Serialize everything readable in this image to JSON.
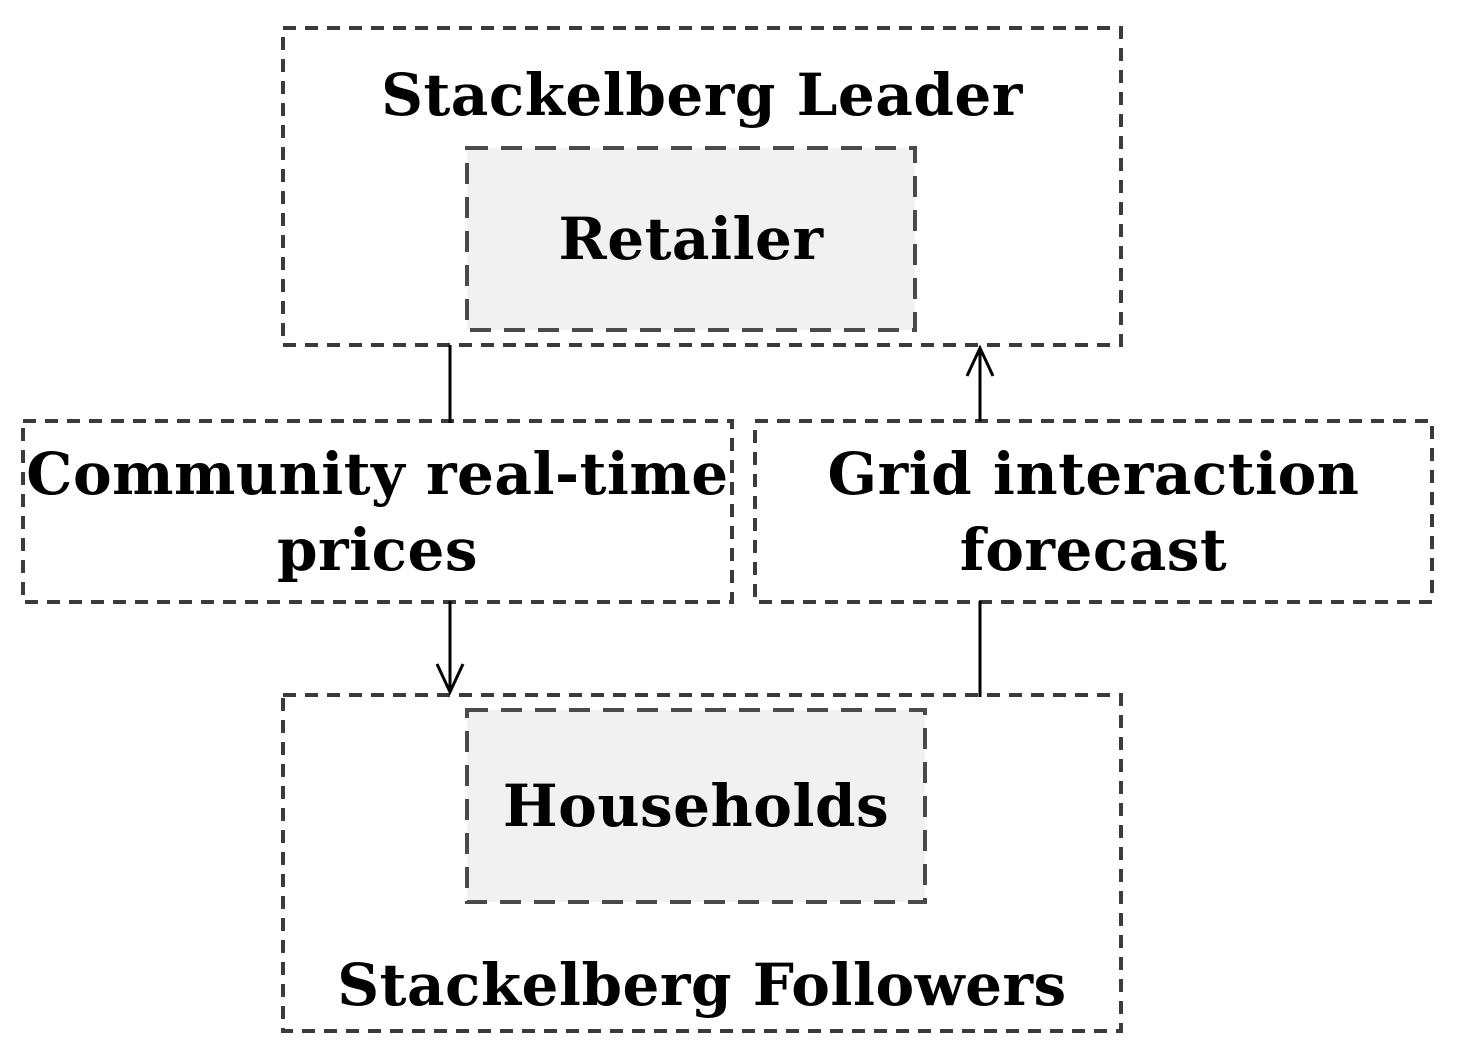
{
  "diagram": {
    "background_color": "#ffffff",
    "outer_box_border_color": "#3b3b3b",
    "inner_box_border_color": "#4a4a4a",
    "inner_box_fill": "#f1f1f1",
    "text_color": "#000000",
    "leader": {
      "title": "Stackelberg Leader",
      "inner_label": "Retailer"
    },
    "prices": {
      "lines": [
        "Community real-time",
        "prices"
      ]
    },
    "forecast": {
      "lines": [
        "Grid interaction",
        "forecast"
      ]
    },
    "followers": {
      "inner_label": "Households",
      "title": "Stackelberg Followers"
    },
    "connectors": [
      {
        "from": "Stackelberg Leader",
        "to": "Community real-time prices",
        "arrowhead": false
      },
      {
        "from": "Community real-time prices",
        "to": "Stackelberg Followers",
        "arrowhead": true
      },
      {
        "from": "Stackelberg Followers",
        "to": "Grid interaction forecast",
        "arrowhead": false
      },
      {
        "from": "Grid interaction forecast",
        "to": "Stackelberg Leader",
        "arrowhead": true
      }
    ]
  }
}
